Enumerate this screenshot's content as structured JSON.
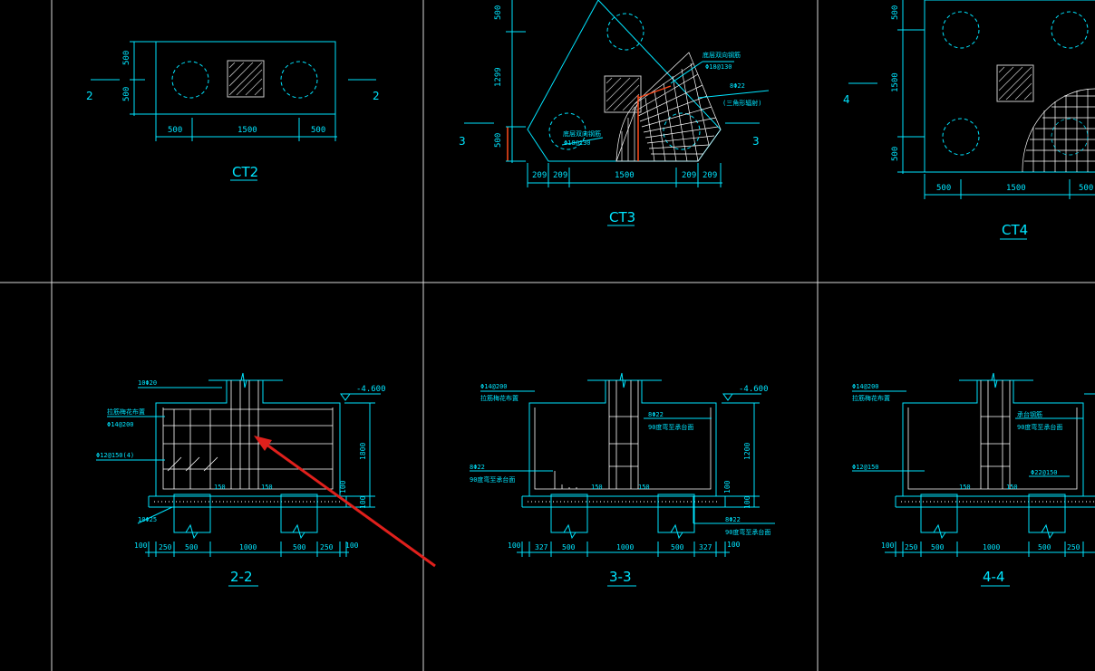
{
  "sheet": {
    "ct2": {
      "title": "CT2",
      "section_mark": "2",
      "dims_h": [
        "500",
        "1500",
        "500"
      ],
      "dims_v": [
        "500",
        "500"
      ]
    },
    "ct3": {
      "title": "CT3",
      "section_mark": "3",
      "dims_h": [
        "209",
        "209",
        "1500",
        "209",
        "209"
      ],
      "dims_v": [
        "500",
        "1299",
        "500"
      ],
      "note_top": "底层双向钢筋",
      "note_top_2": "Φ18@130",
      "note_bottom": "底层双向钢筋",
      "note_bottom_2": "Φ18@130",
      "note_right": "8Φ22",
      "note_right_2": "(三角形辐射)"
    },
    "ct4": {
      "title": "CT4",
      "section_mark": "4",
      "dims_h": [
        "500",
        "1500",
        "500"
      ],
      "dims_v": [
        "500",
        "1500",
        "500"
      ]
    },
    "s22": {
      "title": "2-2",
      "elev": "-4.600",
      "dims_h": [
        "100",
        "250",
        "500",
        "1000",
        "500",
        "250",
        "100"
      ],
      "dims_v": [
        "1800",
        "100",
        "100"
      ],
      "notes": [
        "10Φ20",
        "拉筋梅花布置",
        "Φ14@200",
        "Φ12@150(4)",
        "10Φ25",
        "150",
        "150"
      ]
    },
    "s33": {
      "title": "3-3",
      "elev": "-4.600",
      "dims_h": [
        "100",
        "327",
        "500",
        "1000",
        "500",
        "327",
        "100"
      ],
      "dims_v": [
        "1200",
        "100",
        "100"
      ],
      "notes": [
        "Φ14@200",
        "拉筋梅花布置",
        "8Φ22",
        "90度弯至承台面",
        "8Φ22",
        "90度弯至承台面",
        "8Φ22",
        "90度弯至承台面",
        "150",
        "150"
      ]
    },
    "s44": {
      "title": "4-4",
      "dims_h": [
        "100",
        "250",
        "500",
        "1000",
        "500",
        "250"
      ],
      "notes": [
        "Φ14@200",
        "拉筋梅花布置",
        "承台钢筋",
        "90度弯至承台面",
        "Φ12@150",
        "Φ22@150",
        "150",
        "150"
      ]
    }
  },
  "colors": {
    "background": "#000000",
    "linework": "#00e5ff",
    "frame": "#d8d8d8",
    "hatch": "#cccccc",
    "rebar_accent": "#ff4a1a",
    "arrow": "#e0201c"
  }
}
